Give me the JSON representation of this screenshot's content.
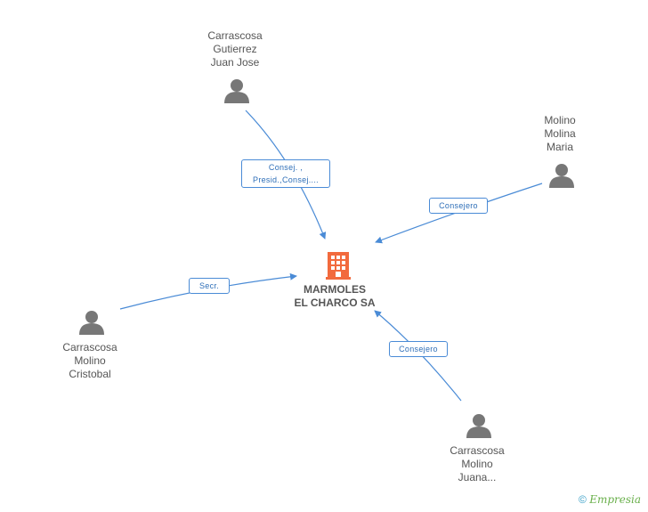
{
  "company": {
    "name_line1": "MARMOLES",
    "name_line2": "EL CHARCO SA",
    "color": "#f26a3d"
  },
  "people": [
    {
      "id": "p1",
      "lines": [
        "Carrascosa",
        "Gutierrez",
        "Juan Jose"
      ]
    },
    {
      "id": "p2",
      "lines": [
        "Molino",
        "Molina",
        "Maria"
      ]
    },
    {
      "id": "p3",
      "lines": [
        "Carrascosa",
        "Molino",
        "Cristobal"
      ]
    },
    {
      "id": "p4",
      "lines": [
        "Carrascosa",
        "Molino",
        "Juana..."
      ]
    }
  ],
  "edges": [
    {
      "from": "p1",
      "label_lines": [
        "Consej. ,",
        "Presid.,Consej...."
      ]
    },
    {
      "from": "p2",
      "label_lines": [
        "Consejero"
      ]
    },
    {
      "from": "p3",
      "label_lines": [
        "Secr."
      ]
    },
    {
      "from": "p4",
      "label_lines": [
        "Consejero"
      ]
    }
  ],
  "colors": {
    "edge": "#4a8bd6",
    "person_icon": "#777777",
    "label_text": "#2f6fb8"
  },
  "footer": {
    "copyright_symbol": "©",
    "brand": "Empresia"
  }
}
